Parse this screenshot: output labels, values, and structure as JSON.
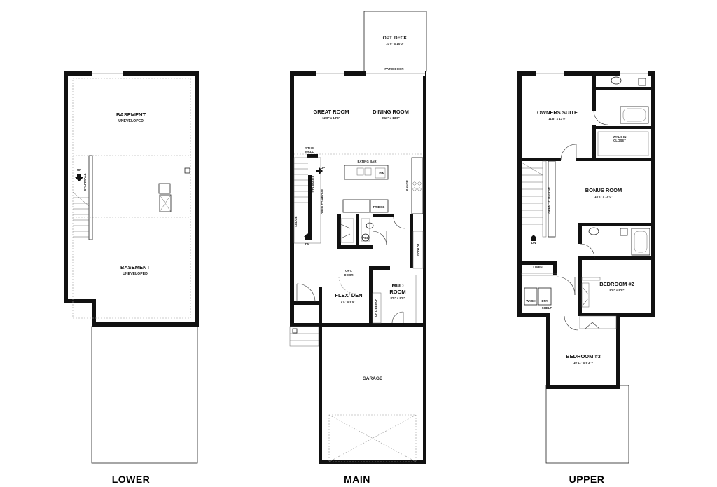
{
  "floors": {
    "lower": {
      "label": "LOWER",
      "rooms": [
        {
          "name": "BASEMENT",
          "sub": "UNEVELOPED"
        },
        {
          "name": "BASEMENT",
          "sub": "UNEVELOPED"
        }
      ],
      "notes": {
        "up": "UP",
        "stairwall": "STAIRWALL"
      }
    },
    "main": {
      "label": "MAIN",
      "rooms": {
        "opt_deck": {
          "name": "OPT. DECK",
          "dim": "10'0\" x 10'0\""
        },
        "patio_door": "PATIO DOOR",
        "great_room": {
          "name": "GREAT ROOM",
          "dim": "12'0\" x 13'0\""
        },
        "dining_room": {
          "name": "DINING ROOM",
          "dim": "8'11\" x 13'0\""
        },
        "flex_den": {
          "name": "FLEX/ DEN",
          "dim": "7'4\" x 9'0\""
        },
        "mud_room": {
          "name": "MUD",
          "name2": "ROOM",
          "dim": "8'5\" x 9'0\""
        },
        "garage": {
          "name": "GARAGE"
        }
      },
      "notes": {
        "stub_wall_1": "STUB",
        "stub_wall_2": "WALL",
        "up": "UP",
        "eating_bar": "EATING BAR",
        "dw": "DW",
        "range": "RANGE",
        "stairwall": "STAIRWALL",
        "open_to_above": "OPEN TO ABOVE",
        "fridge": "FRIDGE",
        "ledge": "LEDGE",
        "ped": "PED",
        "pantry": "PANTRY",
        "dn": "DN",
        "opt_door_1": "OPT.",
        "opt_door_2": "DOOR",
        "opt_bench": "OPT. BENCH"
      }
    },
    "upper": {
      "label": "UPPER",
      "rooms": {
        "owners_suite": {
          "name": "OWNERS SUITE",
          "dim": "11'8\" x 13'9\""
        },
        "walk_in_closet": {
          "name": "WALK-IN",
          "name2": "CLOSET"
        },
        "bonus_room": {
          "name": "BONUS ROOM",
          "dim": "15'2\" x 10'0\""
        },
        "bedroom2": {
          "name": "BEDROOM #2",
          "dim": "9'0\" x 9'0\""
        },
        "bedroom3": {
          "name": "BEDROOM #3",
          "dim": "10'11\" x 9'3\"+"
        }
      },
      "notes": {
        "open_to_below": "OPEN TO BELOW",
        "dn": "DN",
        "linen": "LINEN",
        "wash": "WASH",
        "dry": "DRY",
        "shelf": "SHELF"
      }
    }
  }
}
